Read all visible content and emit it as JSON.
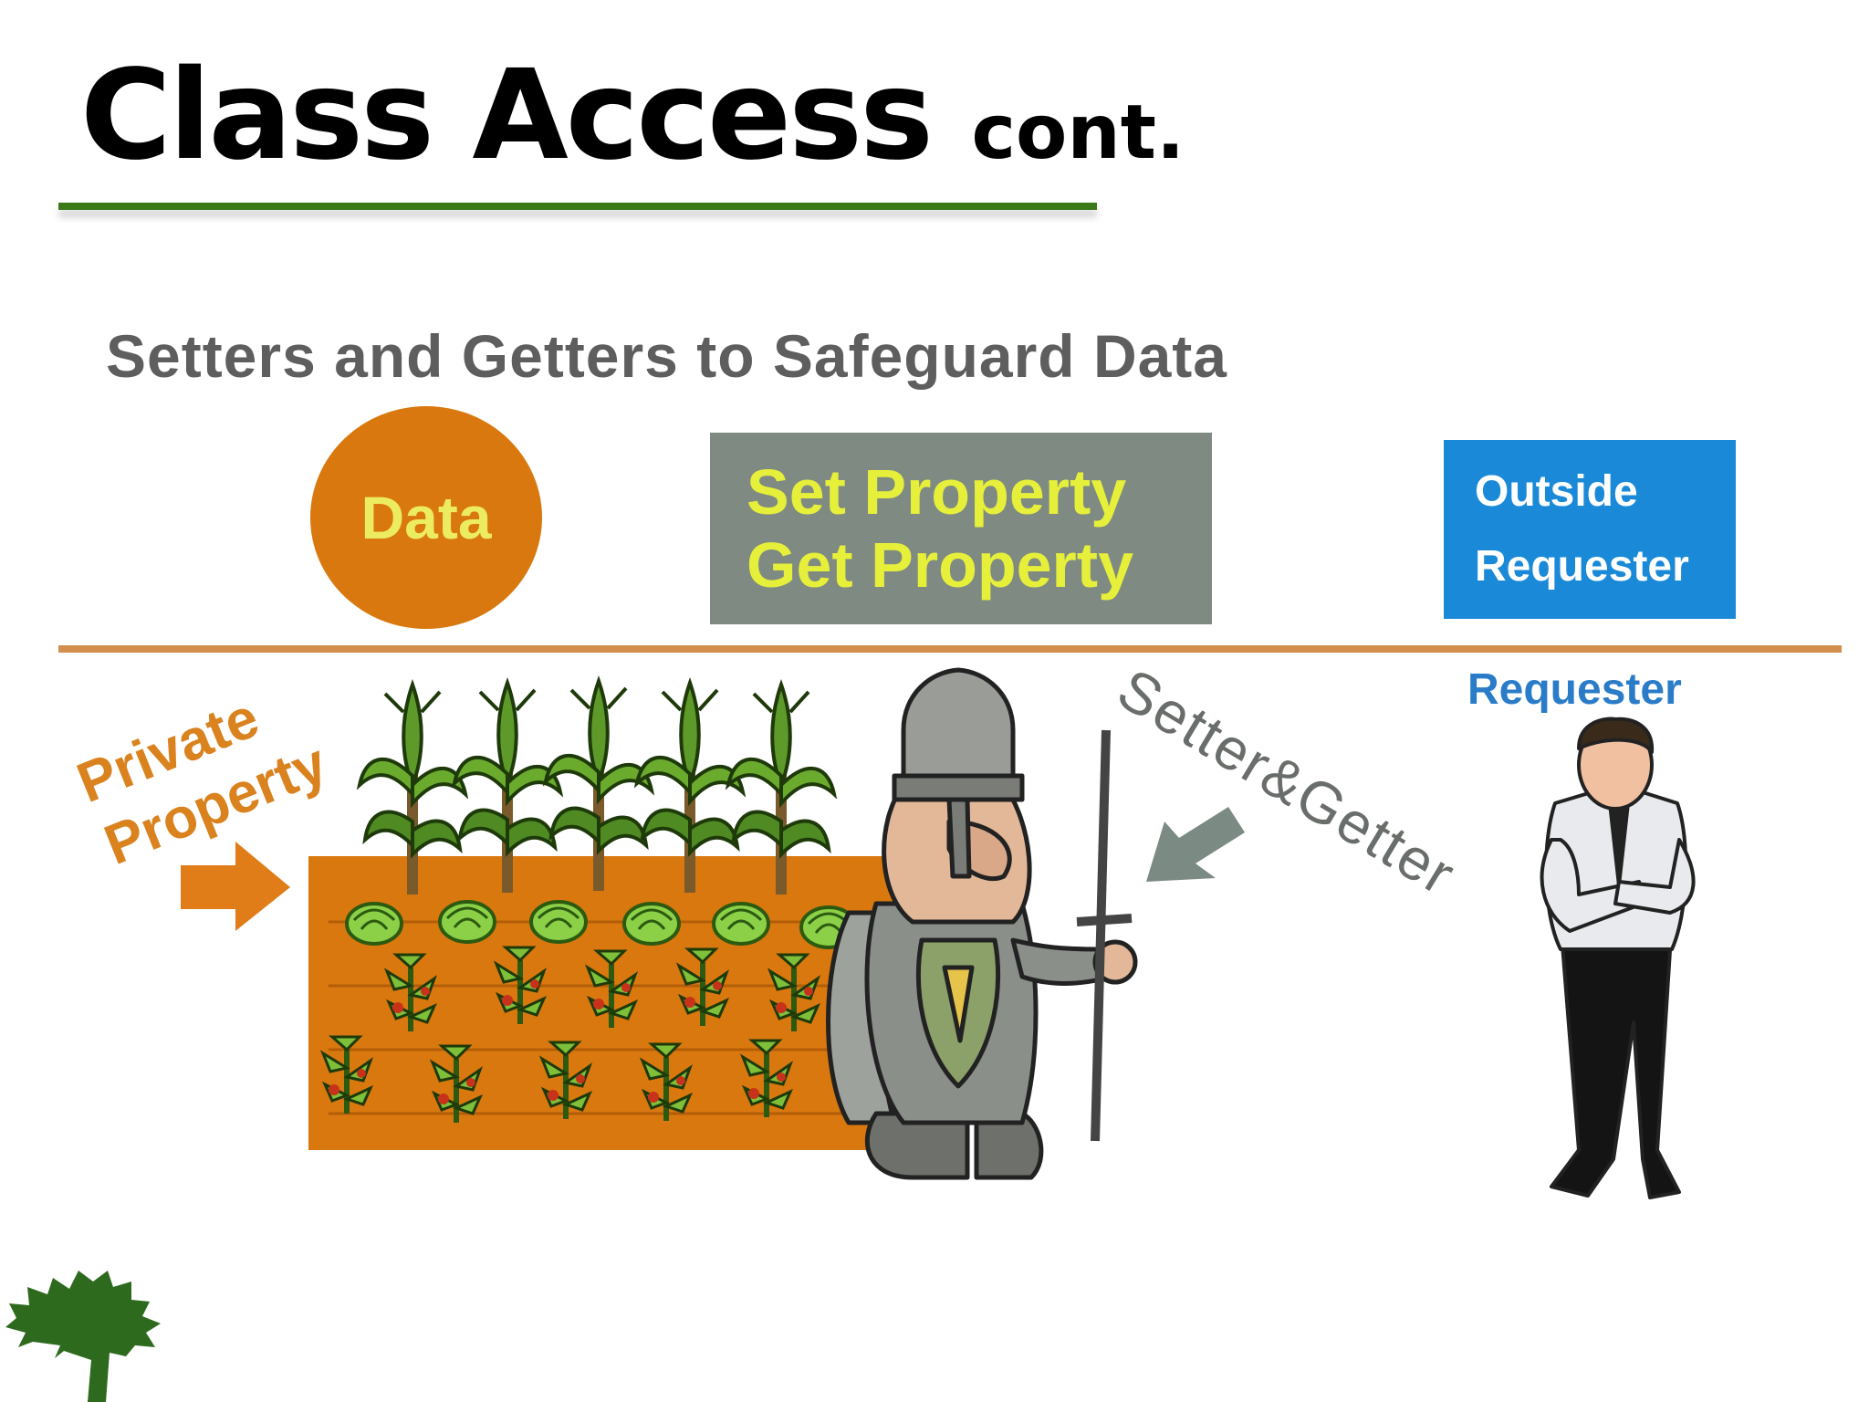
{
  "slide": {
    "title": "Class Access",
    "title_suffix": "cont.",
    "accent_color": "#3a7a18"
  },
  "diagram": {
    "heading": "Setters and Getters to Safeguard Data",
    "data_node": "Data",
    "accessor_lines": [
      "Set Property",
      "Get Property"
    ],
    "requester_box_lines": [
      "Outside",
      "Requester"
    ],
    "requester_label": "Requester",
    "private_property_lines": [
      "Private",
      "Property"
    ],
    "setter_getter_label": "Setter&Getter",
    "colors": {
      "data_circle": "#d9780e",
      "accessor_box": "#7e8a82",
      "accessor_text": "#e6ef3a",
      "requester_box": "#1a8ad8",
      "field": "#d9780e",
      "divider": "#d28e4c"
    }
  },
  "icons": [
    "private-property-arrow-icon",
    "setter-getter-arrow-icon",
    "guard-knight-icon",
    "requester-person-icon",
    "tree-logo-icon",
    "crop-plant-icon"
  ]
}
